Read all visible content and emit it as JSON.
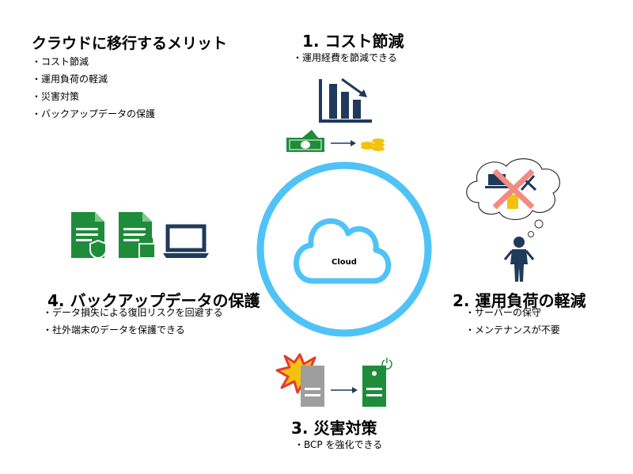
{
  "summary": {
    "title": "クラウドに移行するメリット",
    "items": [
      "コスト節減",
      "運用負荷の軽減",
      "災害対策",
      "バックアップデータの保護"
    ]
  },
  "center": {
    "label": "Cloud"
  },
  "sections": [
    {
      "title": "1. コスト節減",
      "items": [
        "運用経費を節減できる"
      ]
    },
    {
      "title": "2. 運用負荷の軽減",
      "items": [
        "サーバーの保守",
        "メンテナンスが不要"
      ]
    },
    {
      "title": "3. 災害対策",
      "items": [
        "BCP を強化できる"
      ]
    },
    {
      "title": "4. バックアップデータの保護",
      "items": [
        "データ損失による復旧リスクを回避する",
        "社外端末のデータを保護できる"
      ]
    }
  ],
  "colors": {
    "ring": "#4fc3f7",
    "cloud": "#4fc3f7",
    "navy": "#1f3a5a",
    "green": "#1e8c3a",
    "red_cross": "#f28b82",
    "gold": "#f4c20d"
  },
  "icons": [
    "bar-chart-decline-icon",
    "banknote-icon",
    "coins-icon",
    "thought-bubble-icon",
    "person-icon",
    "explosion-icon",
    "server-icon",
    "power-icon",
    "document-shield-icon",
    "document-lock-icon",
    "laptop-icon"
  ]
}
